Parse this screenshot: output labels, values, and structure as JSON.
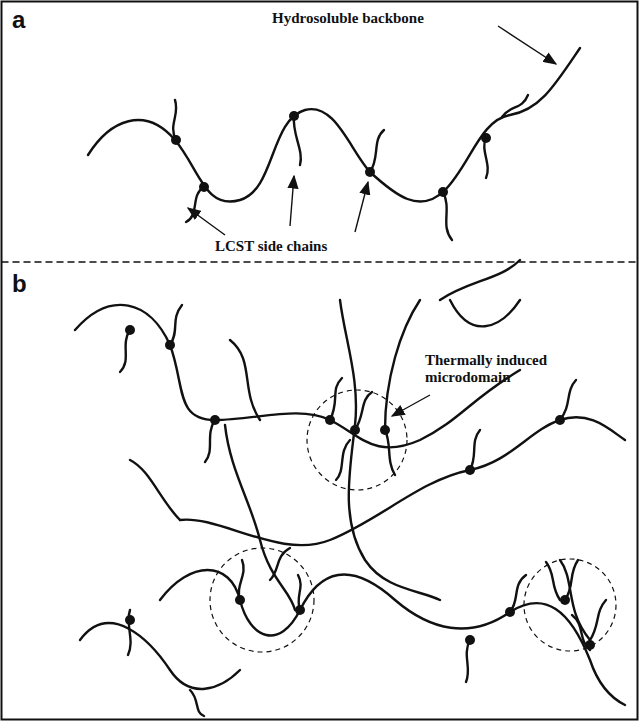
{
  "diagram": {
    "labels": [
      "a",
      "Hydrosoluble backbone",
      "LCST side chains",
      "b",
      "Thermally induced microdomain"
    ]
  }
}
